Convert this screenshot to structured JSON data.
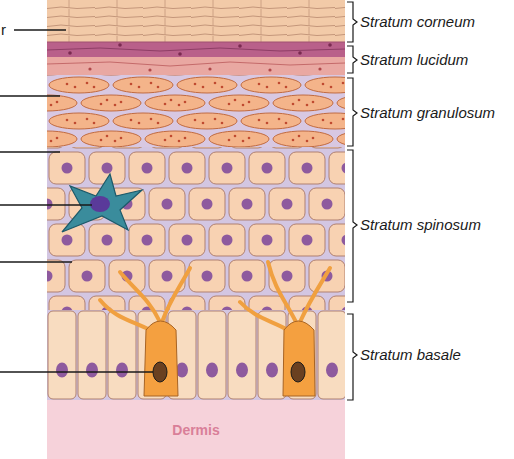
{
  "diagram": {
    "labels": [
      "r",
      "Stratum corneum",
      "Stratum lucidum",
      "Stratum granulosum",
      "Stratum spinosum",
      "Stratum basale",
      "Dermis"
    ]
  }
}
